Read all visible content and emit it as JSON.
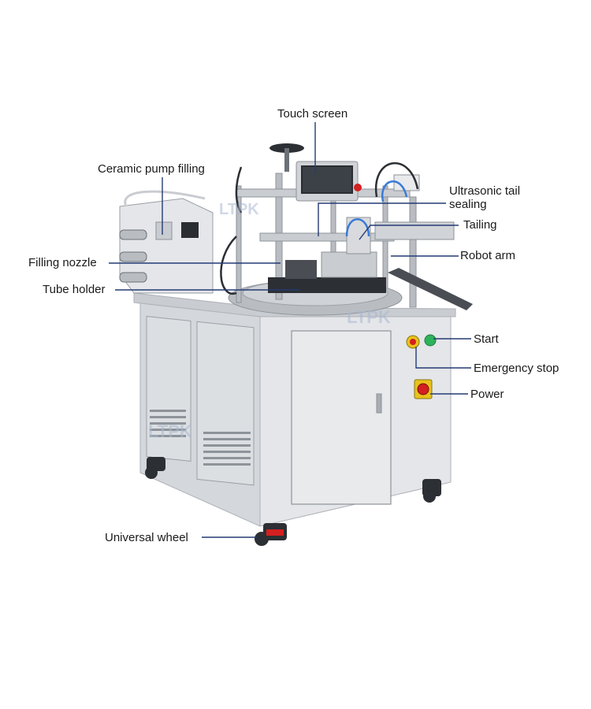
{
  "colors": {
    "callout_line": "#243a75",
    "label_text": "#1a1a1a",
    "cabinet": "#dfe1e4",
    "cabinet_shadow": "#c2c6cb",
    "frame_metal": "#b9bdc2",
    "dark_part": "#2c2f33",
    "tube_blue": "#3a7bd5",
    "start_green": "#2db35a",
    "stop_red": "#d32020",
    "button_yellow": "#e8c21a"
  },
  "watermark": "LTPK",
  "labels": {
    "touch_screen": "Touch screen",
    "ceramic_pump": "Ceramic pump filling",
    "ultrasonic_1": "Ultrasonic tail",
    "ultrasonic_2": "sealing",
    "tailing": "Tailing",
    "robot_arm": "Robot arm",
    "filling_nozzle": "Filling nozzle",
    "tube_holder": "Tube holder",
    "start": "Start",
    "emergency_stop": "Emergency stop",
    "power": "Power",
    "universal_wheel": "Universal wheel"
  }
}
